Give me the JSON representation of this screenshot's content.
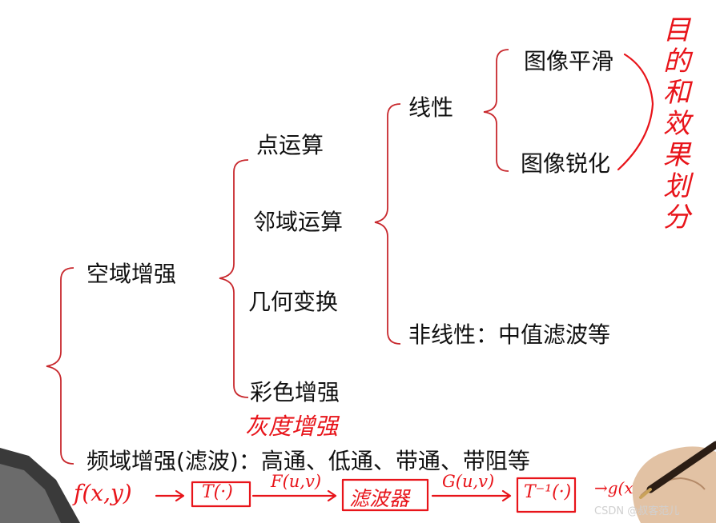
{
  "tree": {
    "spatial": "空域增强",
    "point_op": "点运算",
    "neighborhood_op": "邻域运算",
    "geometric": "几何变换",
    "color": "彩色增强",
    "linear": "线性",
    "smoothing": "图像平滑",
    "sharpening": "图像锐化",
    "nonlinear": "非线性：中值滤波等",
    "frequency": "频域增强(滤波)：高通、低通、带通、带阻等"
  },
  "annotations": {
    "purpose_vertical": [
      "目",
      "的",
      "和",
      "效",
      "果",
      "划",
      "分"
    ],
    "gray_enhance": "灰度增强",
    "pipeline": [
      "f(x,y)",
      "→",
      "T(·)",
      "F(u,v)",
      "滤波器",
      "G(u,v)",
      "T⁻¹(·)",
      "→g(x,y)"
    ]
  },
  "watermark": "CSDN @叔客范儿",
  "colors": {
    "bracket": "#c8282d",
    "ink": "#e8141a",
    "text": "#111111"
  }
}
